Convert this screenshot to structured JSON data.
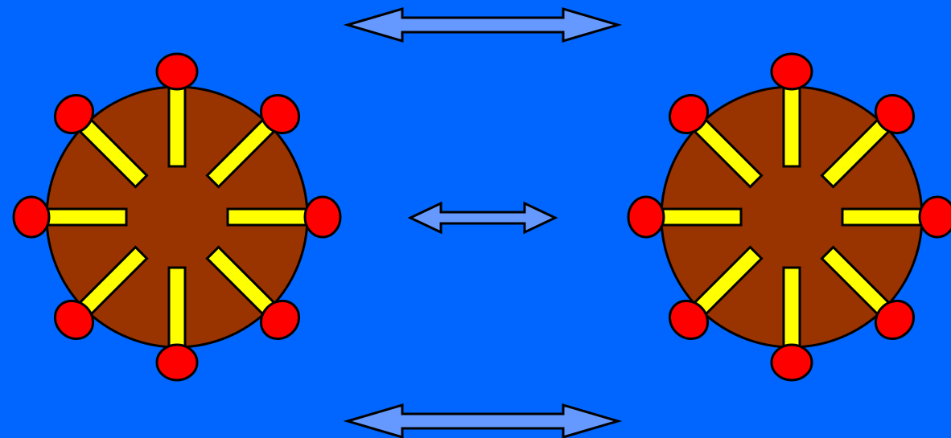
{
  "colors": {
    "background": "#0066ff",
    "disc_fill": "#993300",
    "stick_fill": "#ffff00",
    "head_fill": "#ff0000",
    "arrow_fill": "#6699ff",
    "outline": "#000000"
  },
  "diagram": {
    "structures": [
      {
        "name": "left",
        "sticks": [
          {
            "direction": "up"
          },
          {
            "direction": "up-right"
          },
          {
            "direction": "right"
          },
          {
            "direction": "down-right"
          },
          {
            "direction": "down"
          },
          {
            "direction": "down-left"
          },
          {
            "direction": "left"
          },
          {
            "direction": "up-left"
          }
        ]
      },
      {
        "name": "right",
        "sticks": [
          {
            "direction": "up"
          },
          {
            "direction": "up-right"
          },
          {
            "direction": "right"
          },
          {
            "direction": "down-right"
          },
          {
            "direction": "down"
          },
          {
            "direction": "down-left"
          },
          {
            "direction": "left"
          },
          {
            "direction": "up-left"
          }
        ]
      }
    ],
    "arrows": [
      {
        "name": "top-arrow",
        "kind": "double-headed"
      },
      {
        "name": "middle-arrow",
        "kind": "double-headed"
      },
      {
        "name": "bottom-arrow",
        "kind": "double-headed"
      }
    ]
  }
}
